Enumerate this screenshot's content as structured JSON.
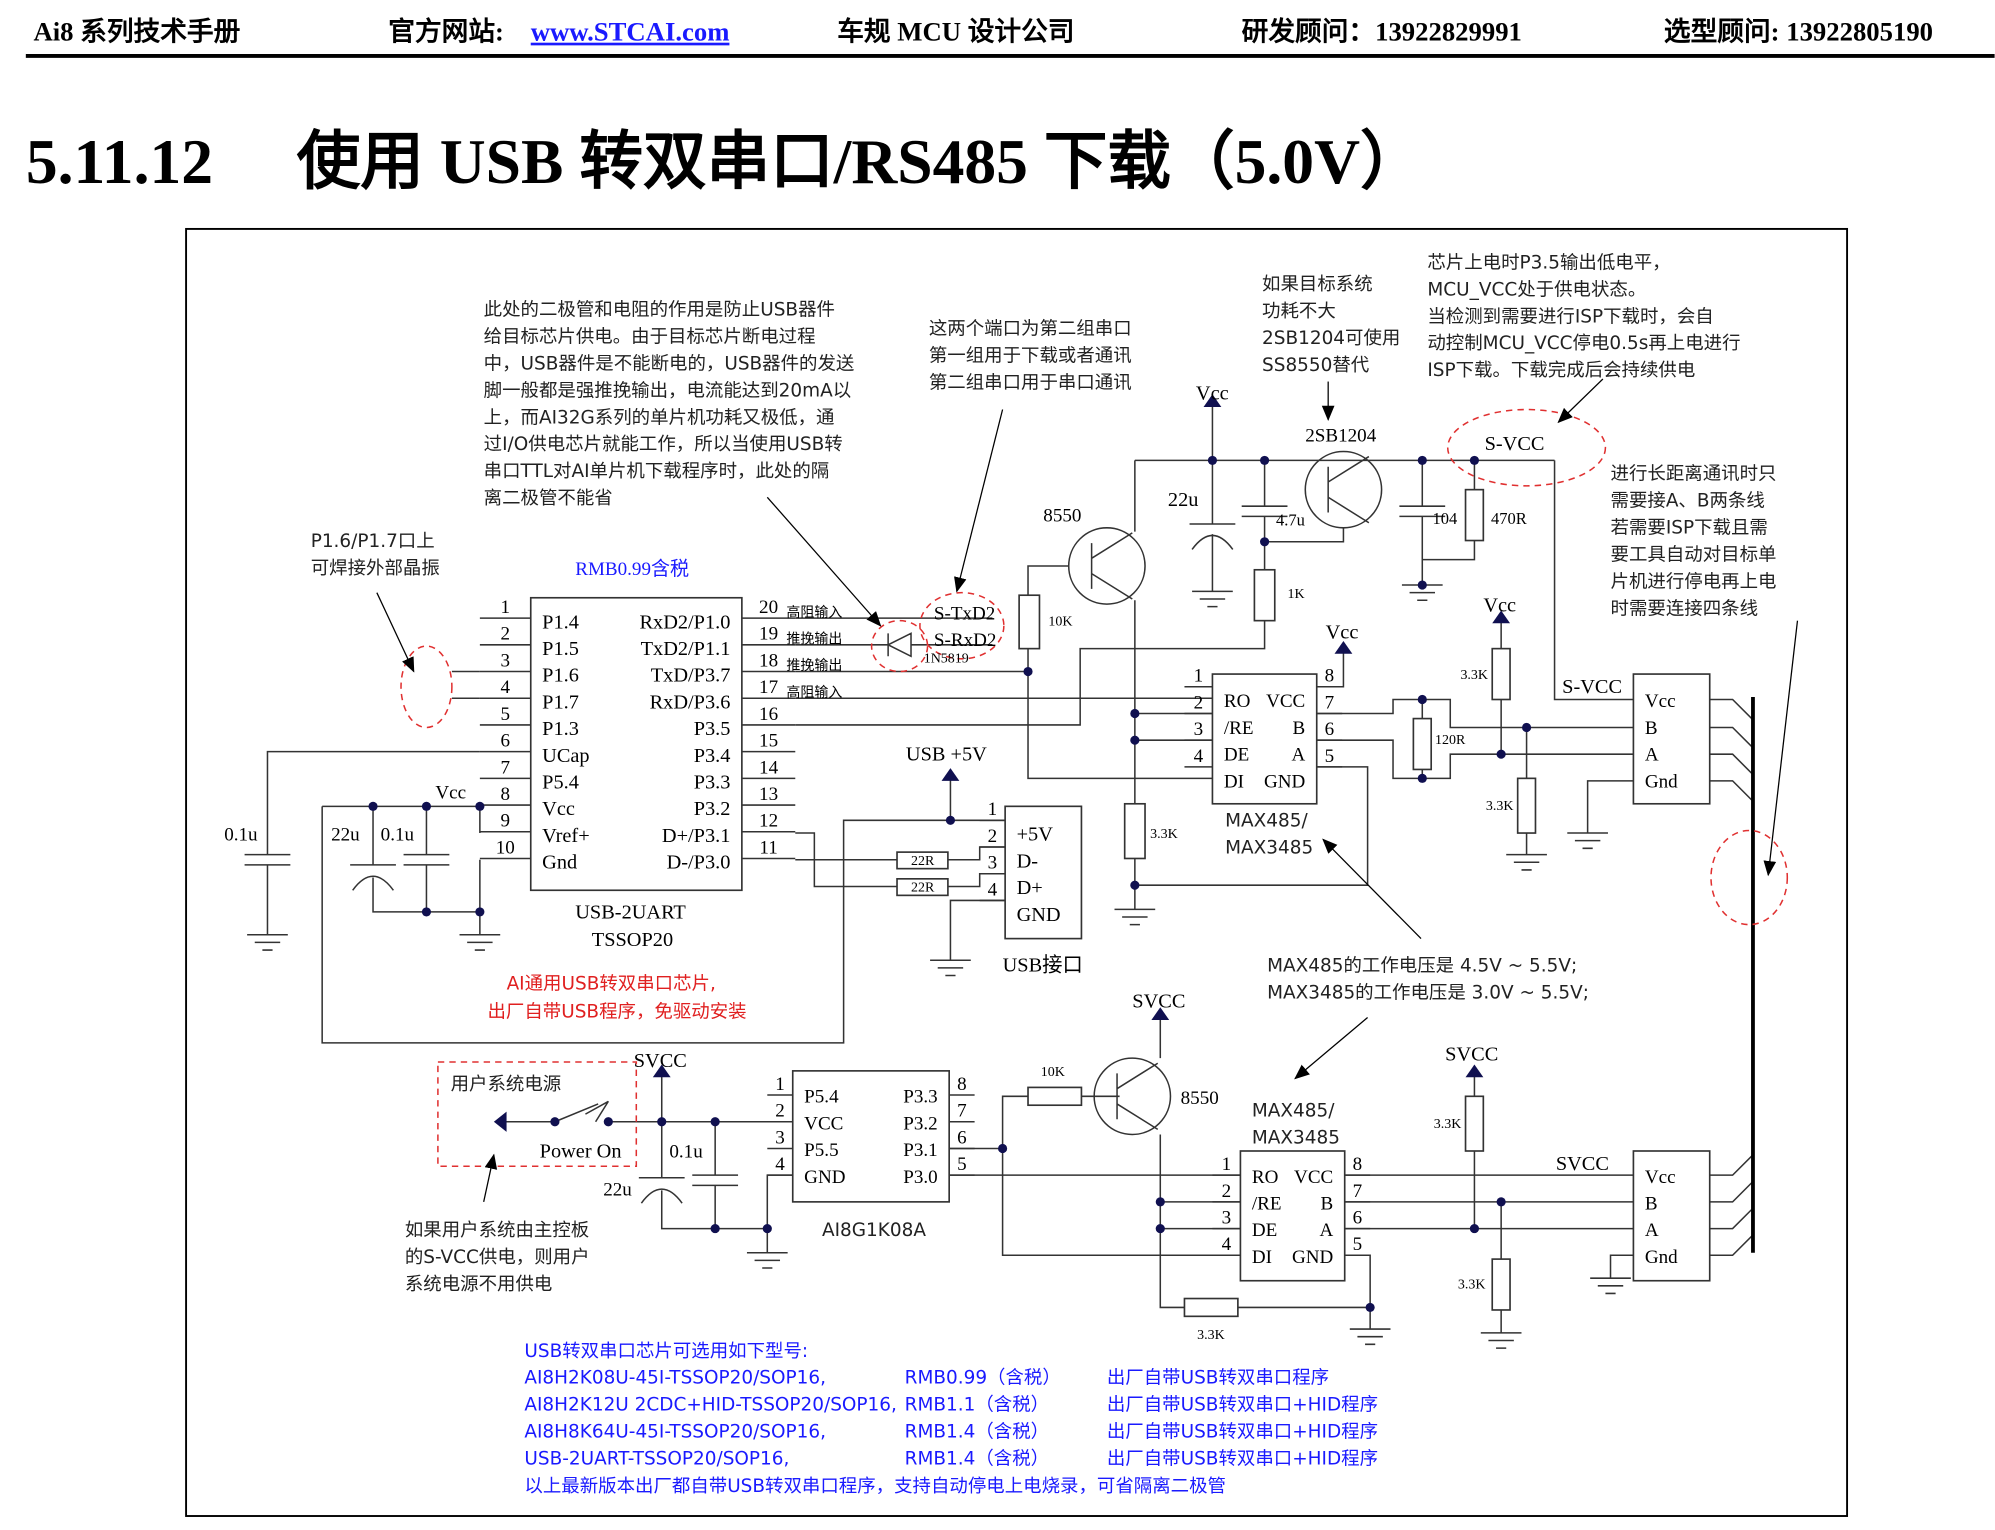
{
  "header": {
    "manual": "Ai8 系列技术手册",
    "site_label": "官方网站:",
    "site_link": "www.STCAI.com",
    "company": "车规 MCU 设计公司",
    "rd_consultant": "研发顾问：13922829991",
    "sales_consultant": "选型顾问: 13922805190"
  },
  "title": {
    "number": "5.11.12",
    "text": "使用 USB 转双串口/RS485 下载（5.0V）"
  },
  "notes": {
    "diode": [
      "此处的二极管和电阻的作用是防止USB器件",
      "给目标芯片供电。由于目标芯片断电过程",
      "中，USB器件是不能断电的，USB器件的发送",
      "脚一般都是强推挽输出，电流能达到20mA以",
      "上，而AI32G系列的单片机功耗又极低，通",
      "过I/O供电芯片就能工作，所以当使用USB转",
      "串口TTL对AI单片机下载程序时，此处的隔",
      "离二极管不能省"
    ],
    "ports": [
      "这两个端口为第二组串口",
      "第一组用于下载或者通讯",
      "第二组串口用于串口通讯"
    ],
    "transistor": [
      "如果目标系统",
      "功耗不大",
      "2SB1204可使用",
      "SS8550替代"
    ],
    "svcc": [
      "芯片上电时P3.5输出低电平，",
      "MCU_VCC处于供电状态。",
      "当检测到需要进行ISP下载时，会自",
      "动控制MCU_VCC停电0.5s再上电进行",
      "ISP下载。下载完成后会持续供电"
    ],
    "long_distance": [
      "进行长距离通讯时只",
      "需要接A、B两条线",
      "若需要ISP下载且需",
      "要工具自动对目标单",
      "片机进行停电再上电",
      "时需要连接四条线"
    ],
    "crystal": [
      "P1.6/P1.7口上",
      "可焊接外部晶振"
    ],
    "max_voltage": [
      "MAX485的工作电压是 4.5V ~ 5.5V;",
      "MAX3485的工作电压是 3.0V ~ 5.5V;"
    ],
    "user_power": [
      "如果用户系统由主控板",
      "的S-VCC供电，则用户",
      "系统电源不用供电"
    ]
  },
  "chips": {
    "usb2uart": {
      "price": "RMB0.99含税",
      "name": "USB-2UART",
      "package": "TSSOP20",
      "left": [
        [
          "1",
          "P1.4"
        ],
        [
          "2",
          "P1.5"
        ],
        [
          "3",
          "P1.6"
        ],
        [
          "4",
          "P1.7"
        ],
        [
          "5",
          "P1.3"
        ],
        [
          "6",
          "UCap"
        ],
        [
          "7",
          "P5.4"
        ],
        [
          "8",
          "Vcc"
        ],
        [
          "9",
          "Vref+"
        ],
        [
          "10",
          "Gnd"
        ]
      ],
      "right": [
        [
          "20",
          "RxD2/P1.0"
        ],
        [
          "19",
          "TxD2/P1.1"
        ],
        [
          "18",
          "TxD/P3.7"
        ],
        [
          "17",
          "RxD/P3.6"
        ],
        [
          "16",
          "P3.5"
        ],
        [
          "15",
          "P3.4"
        ],
        [
          "14",
          "P3.3"
        ],
        [
          "13",
          "P3.2"
        ],
        [
          "12",
          "D+/P3.1"
        ],
        [
          "11",
          "D-/P3.0"
        ]
      ],
      "pin_modes": [
        "高阻输入",
        "推挽输出",
        "推挽输出",
        "高阻输入"
      ],
      "description": [
        "AI通用USB转双串口芯片,",
        "出厂自带USB程序，免驱动安装"
      ]
    },
    "max485_top": {
      "name": [
        "MAX485/",
        "MAX3485"
      ],
      "left": [
        [
          "1",
          "RO"
        ],
        [
          "2",
          "/RE"
        ],
        [
          "3",
          "DE"
        ],
        [
          "4",
          "DI"
        ]
      ],
      "right": [
        [
          "8",
          "VCC"
        ],
        [
          "7",
          "B"
        ],
        [
          "6",
          "A"
        ],
        [
          "5",
          "GND"
        ]
      ]
    },
    "max485_bottom": {
      "name": [
        "MAX485/",
        "MAX3485"
      ],
      "left": [
        [
          "1",
          "RO"
        ],
        [
          "2",
          "/RE"
        ],
        [
          "3",
          "DE"
        ],
        [
          "4",
          "DI"
        ]
      ],
      "right": [
        [
          "8",
          "VCC"
        ],
        [
          "7",
          "B"
        ],
        [
          "6",
          "A"
        ],
        [
          "5",
          "GND"
        ]
      ]
    },
    "usb_port": {
      "name": "USB接口",
      "left": [
        [
          "1",
          "+5V"
        ],
        [
          "2",
          "D-"
        ],
        [
          "3",
          "D+"
        ],
        [
          "4",
          "GND"
        ]
      ]
    },
    "ai8g1k08a": {
      "name": "AI8G1K08A",
      "left": [
        [
          "1",
          "P5.4"
        ],
        [
          "2",
          "VCC"
        ],
        [
          "3",
          "P5.5"
        ],
        [
          "4",
          "GND"
        ]
      ],
      "right": [
        [
          "8",
          "P3.3"
        ],
        [
          "7",
          "P3.2"
        ],
        [
          "6",
          "P3.1"
        ],
        [
          "5",
          "P3.0"
        ]
      ]
    },
    "connector_top": {
      "left": [
        [
          "",
          "Vcc"
        ],
        [
          "",
          "B"
        ],
        [
          "",
          "A"
        ],
        [
          "",
          "Gnd"
        ]
      ]
    },
    "connector_bottom": {
      "left": [
        [
          "",
          "Vcc"
        ],
        [
          "",
          "B"
        ],
        [
          "",
          "A"
        ],
        [
          "",
          "Gnd"
        ]
      ]
    }
  },
  "components": {
    "s_txd2": "S-TxD2",
    "s_rxd2": "S-RxD2",
    "diode": "1N5819",
    "vcc": "Vcc",
    "usb_5v": "USB +5V",
    "svcc": "SVCC",
    "s_vcc": "S-VCC",
    "q_2sb1204": "2SB1204",
    "q_8550": "8550",
    "c_22u": "22u",
    "c_4_7u": "4.7u",
    "c_104": "104",
    "r_470r": "470R",
    "r_1k": "1K",
    "r_10k": "10K",
    "r_3_3k": "3.3K",
    "r_120r": "120R",
    "r_22r": "22R",
    "c_0_1u": "0.1u",
    "user_power": "用户系统电源",
    "power_on": "Power On"
  },
  "models": {
    "heading": "USB转双串口芯片可选用如下型号:",
    "rows": [
      {
        "part": "AI8H2K08U-45I-TSSOP20/SOP16,",
        "price": "RMB0.99（含税）",
        "desc": "出厂自带USB转双串口程序"
      },
      {
        "part": "AI8H2K12U 2CDC+HID-TSSOP20/SOP16,",
        "price": "RMB1.1（含税）",
        "desc": "出厂自带USB转双串口+HID程序"
      },
      {
        "part": "AI8H8K64U-45I-TSSOP20/SOP16,",
        "price": "RMB1.4（含税）",
        "desc": "出厂自带USB转双串口+HID程序"
      },
      {
        "part": "USB-2UART-TSSOP20/SOP16,",
        "price": "RMB1.4（含税）",
        "desc": "出厂自带USB转双串口+HID程序"
      }
    ],
    "footer": "以上最新版本出厂都自带USB转双串口程序，支持自动停电上电烧录，可省隔离二极管"
  },
  "colors": {
    "link": "#1a1aff",
    "annotation_red": "#e02020",
    "node": "#101050"
  }
}
